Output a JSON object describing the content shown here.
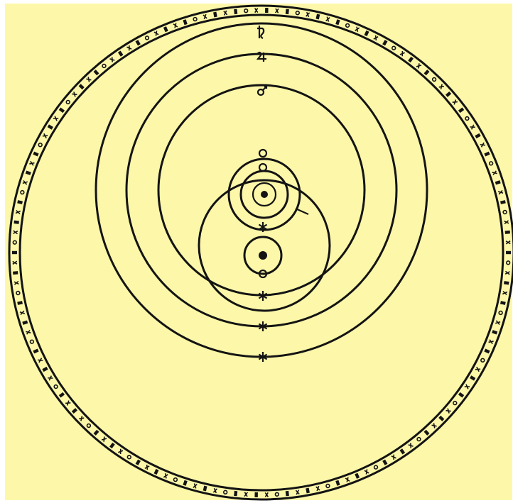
{
  "diagram": {
    "kind": "geo-heliocentric-planetary-system",
    "background_color": "#fdf8a9",
    "ink_color": "#141414",
    "zodiac_band": {
      "decoration": "hand-drawn-glyph-band"
    },
    "bodies": [
      {
        "id": "earth",
        "role": "center",
        "icon": "filled-dot-icon"
      },
      {
        "id": "moon",
        "role": "orbits-earth",
        "icon": "small-ring-icon"
      },
      {
        "id": "sun",
        "role": "orbits-earth",
        "icon": "sun-symbol-icon"
      },
      {
        "id": "mercury",
        "role": "orbits-sun",
        "icon": "small-ring-icon"
      },
      {
        "id": "venus",
        "role": "orbits-sun",
        "icon": "small-ring-icon"
      },
      {
        "id": "mars",
        "role": "orbits-sun",
        "icon": "star-icon"
      },
      {
        "id": "jupiter",
        "role": "orbits-sun",
        "icon": "star-icon"
      },
      {
        "id": "saturn",
        "role": "orbits-sun",
        "icon": "star-icon"
      }
    ],
    "outer_glyphs": [
      {
        "id": "saturn-sign",
        "icon": "saturn-glyph-icon"
      },
      {
        "id": "jupiter-sign",
        "icon": "jupiter-glyph-icon"
      },
      {
        "id": "mars-sign",
        "icon": "mars-glyph-icon"
      }
    ]
  }
}
